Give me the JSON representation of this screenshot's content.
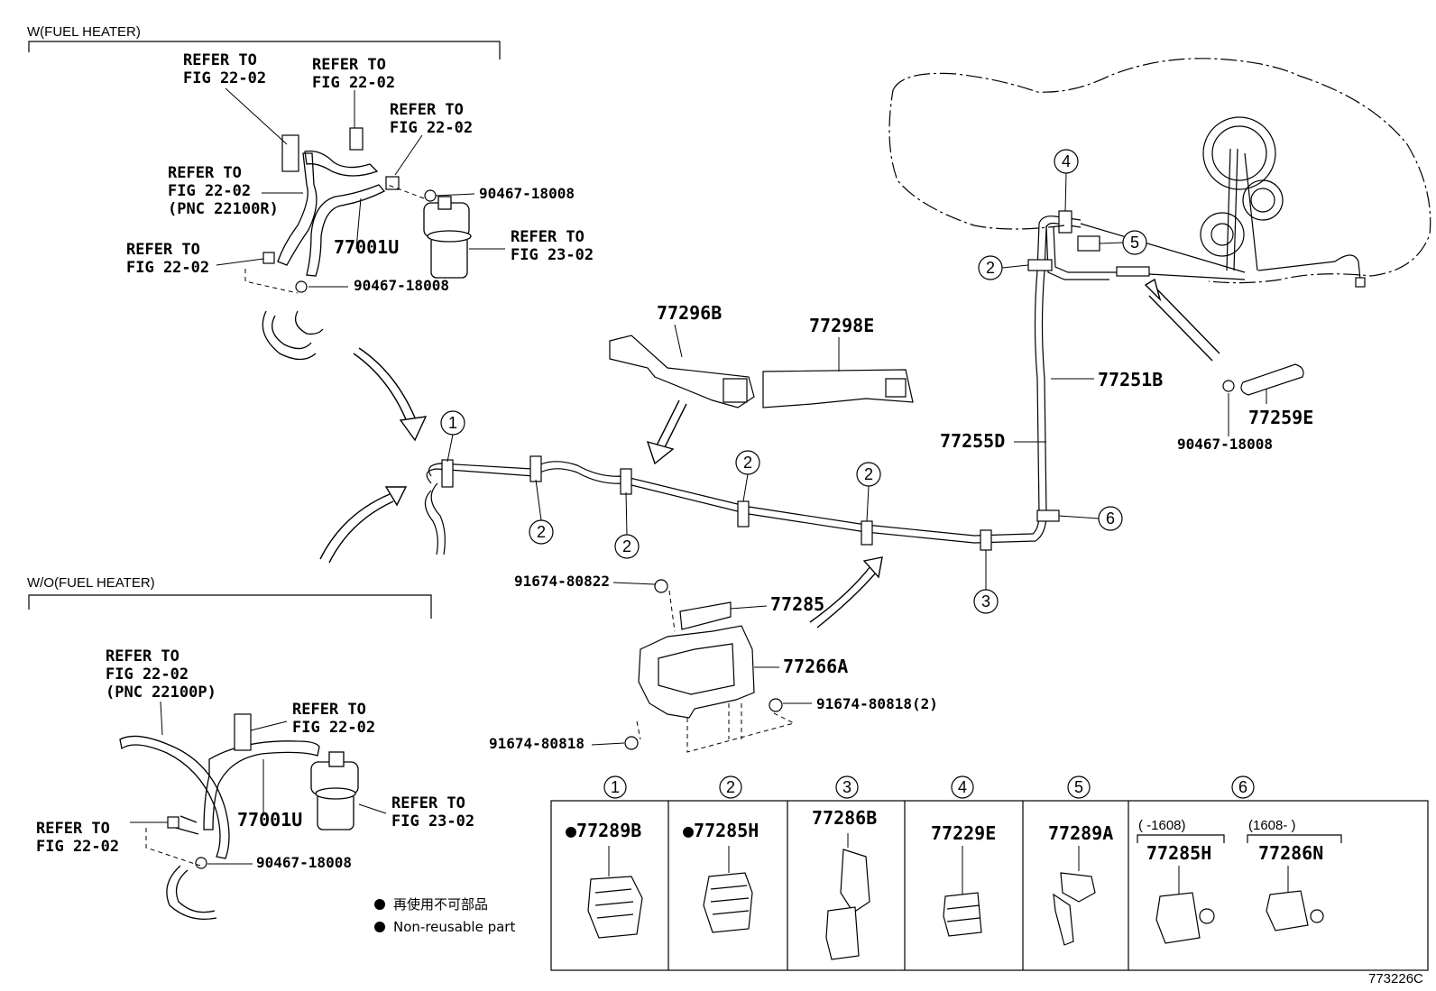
{
  "sections": {
    "with_heater": "W(FUEL HEATER)",
    "without_heater": "W/O(FUEL HEATER)"
  },
  "refer": {
    "l1": "REFER TO",
    "fig2202": "FIG 22-02",
    "fig2302": "FIG 23-02",
    "pnc_r": "(PNC 22100R)",
    "pnc_p": "(PNC 22100P)"
  },
  "parts": {
    "p77001u": "77001U",
    "p90467": "90467-18008",
    "p77296b": "77296B",
    "p77298e": "77298E",
    "p77251b": "77251B",
    "p77255d": "77255D",
    "p77259e": "77259E",
    "p91674_80822": "91674-80822",
    "p77285": "77285",
    "p77266a": "77266A",
    "p91674_80818_2": "91674-80818(2)",
    "p91674_80818": "91674-80818"
  },
  "callouts": [
    "1",
    "2",
    "3",
    "4",
    "5",
    "6"
  ],
  "table": {
    "cols": [
      {
        "num": "1",
        "part": "●77289B"
      },
      {
        "num": "2",
        "part": "●77285H"
      },
      {
        "num": "3",
        "part": "77286B"
      },
      {
        "num": "4",
        "part": "77229E"
      },
      {
        "num": "5",
        "part": "77289A"
      },
      {
        "num": "6",
        "sub": [
          {
            "range": "(   -1608)",
            "part": "77285H"
          },
          {
            "range": "(1608-    )",
            "part": "77286N"
          }
        ]
      }
    ]
  },
  "legend": {
    "jp": "再使用不可部品",
    "en": "Non-reusable part"
  },
  "figure_code": "773226C"
}
